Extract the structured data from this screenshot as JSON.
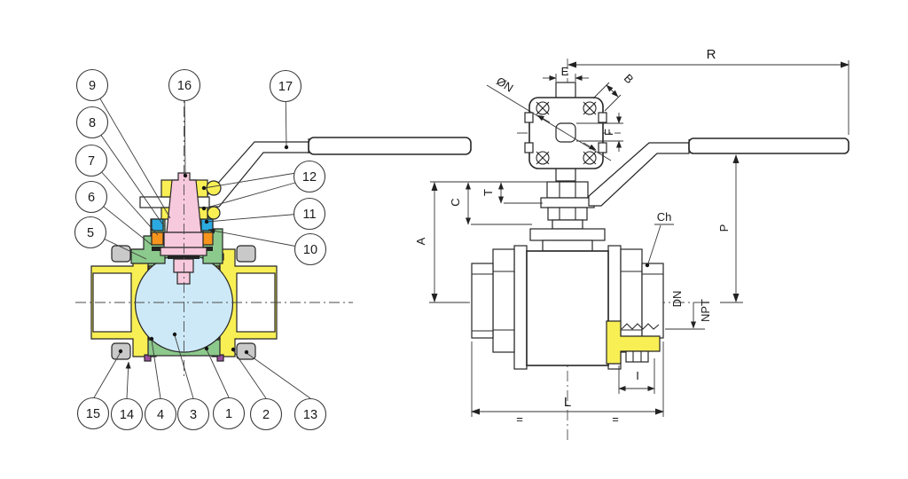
{
  "palette": {
    "yellow": "#f8ef55",
    "green": "#8cc98c",
    "orange": "#f7941e",
    "pink": "#f7c9dd",
    "ball_blue": "#cde9f7",
    "cyan": "#2baae1",
    "purple": "#9b4f9e",
    "gray": "#c9c9ca",
    "line": "#262626",
    "dim": "#333333"
  },
  "left_view": {
    "callouts": {
      "n1": "1",
      "n2": "2",
      "n3": "3",
      "n4": "4",
      "n5": "5",
      "n6": "6",
      "n7": "7",
      "n8": "8",
      "n9": "9",
      "n10": "10",
      "n11": "11",
      "n12": "12",
      "n13": "13",
      "n14": "14",
      "n15": "15",
      "n16": "16",
      "n17": "17"
    }
  },
  "right_view": {
    "dims": {
      "r": "R",
      "e": "E",
      "b": "B",
      "diam_n": "ØN",
      "f": "F",
      "t": "T",
      "c": "C",
      "a": "A",
      "p": "P",
      "ch": "Ch",
      "dn": "DN",
      "npt": "NPT",
      "i": "I",
      "l": "L",
      "eq_left": "=",
      "eq_right": "="
    }
  }
}
